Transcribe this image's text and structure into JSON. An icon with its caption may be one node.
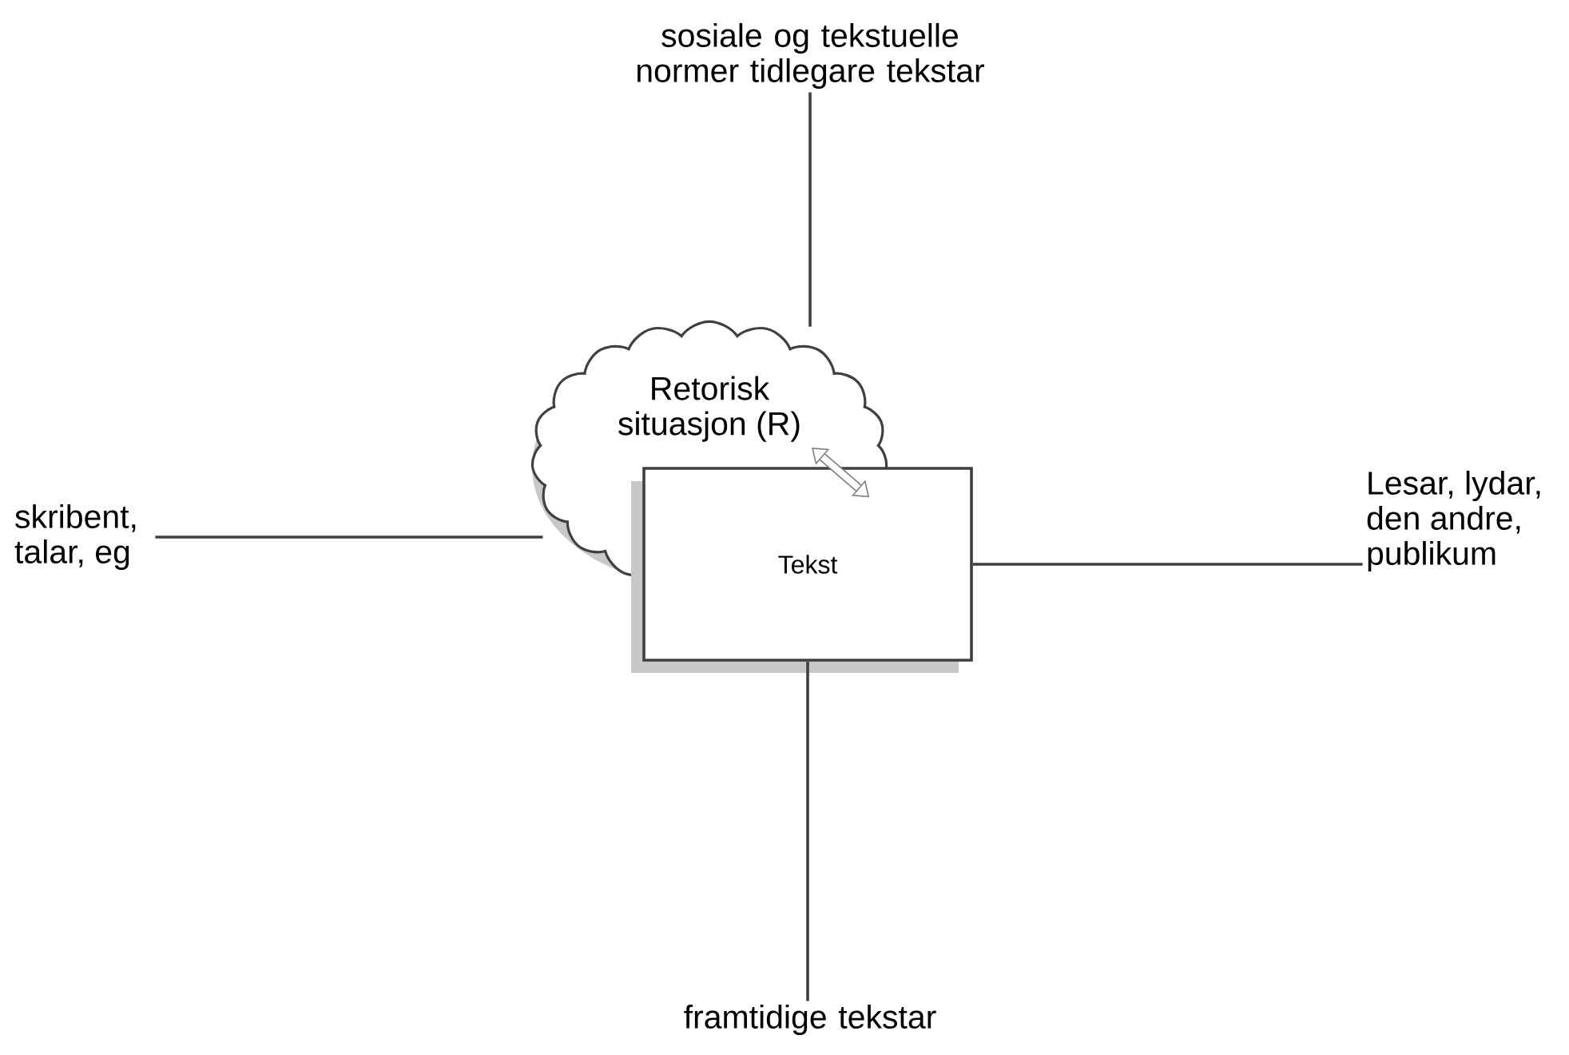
{
  "diagram": {
    "nodes": [
      {
        "text": [
          "Retorisk situasjon (R)"
        ]
      },
      {
        "text": [
          "Tekst"
        ]
      },
      {
        "text": [
          "sosiale og tekstuelle normer tidlegare tekstar"
        ]
      },
      {
        "text": [
          "skribent, talar, eg"
        ]
      },
      {
        "text": [
          "Lesar, lydar, den andre, publikum"
        ]
      },
      {
        "text": [
          "framtidige tekstar"
        ]
      }
    ],
    "edges": [
      {
        "from": 0,
        "to": 1,
        "arrow": "both",
        "style": "thick"
      },
      {
        "from": 2,
        "to": 0,
        "arrow": "none"
      },
      {
        "from": 3,
        "to": 0,
        "arrow": "none"
      },
      {
        "from": 1,
        "to": 4,
        "arrow": "none"
      },
      {
        "from": 1,
        "to": 5,
        "arrow": "none"
      }
    ]
  }
}
